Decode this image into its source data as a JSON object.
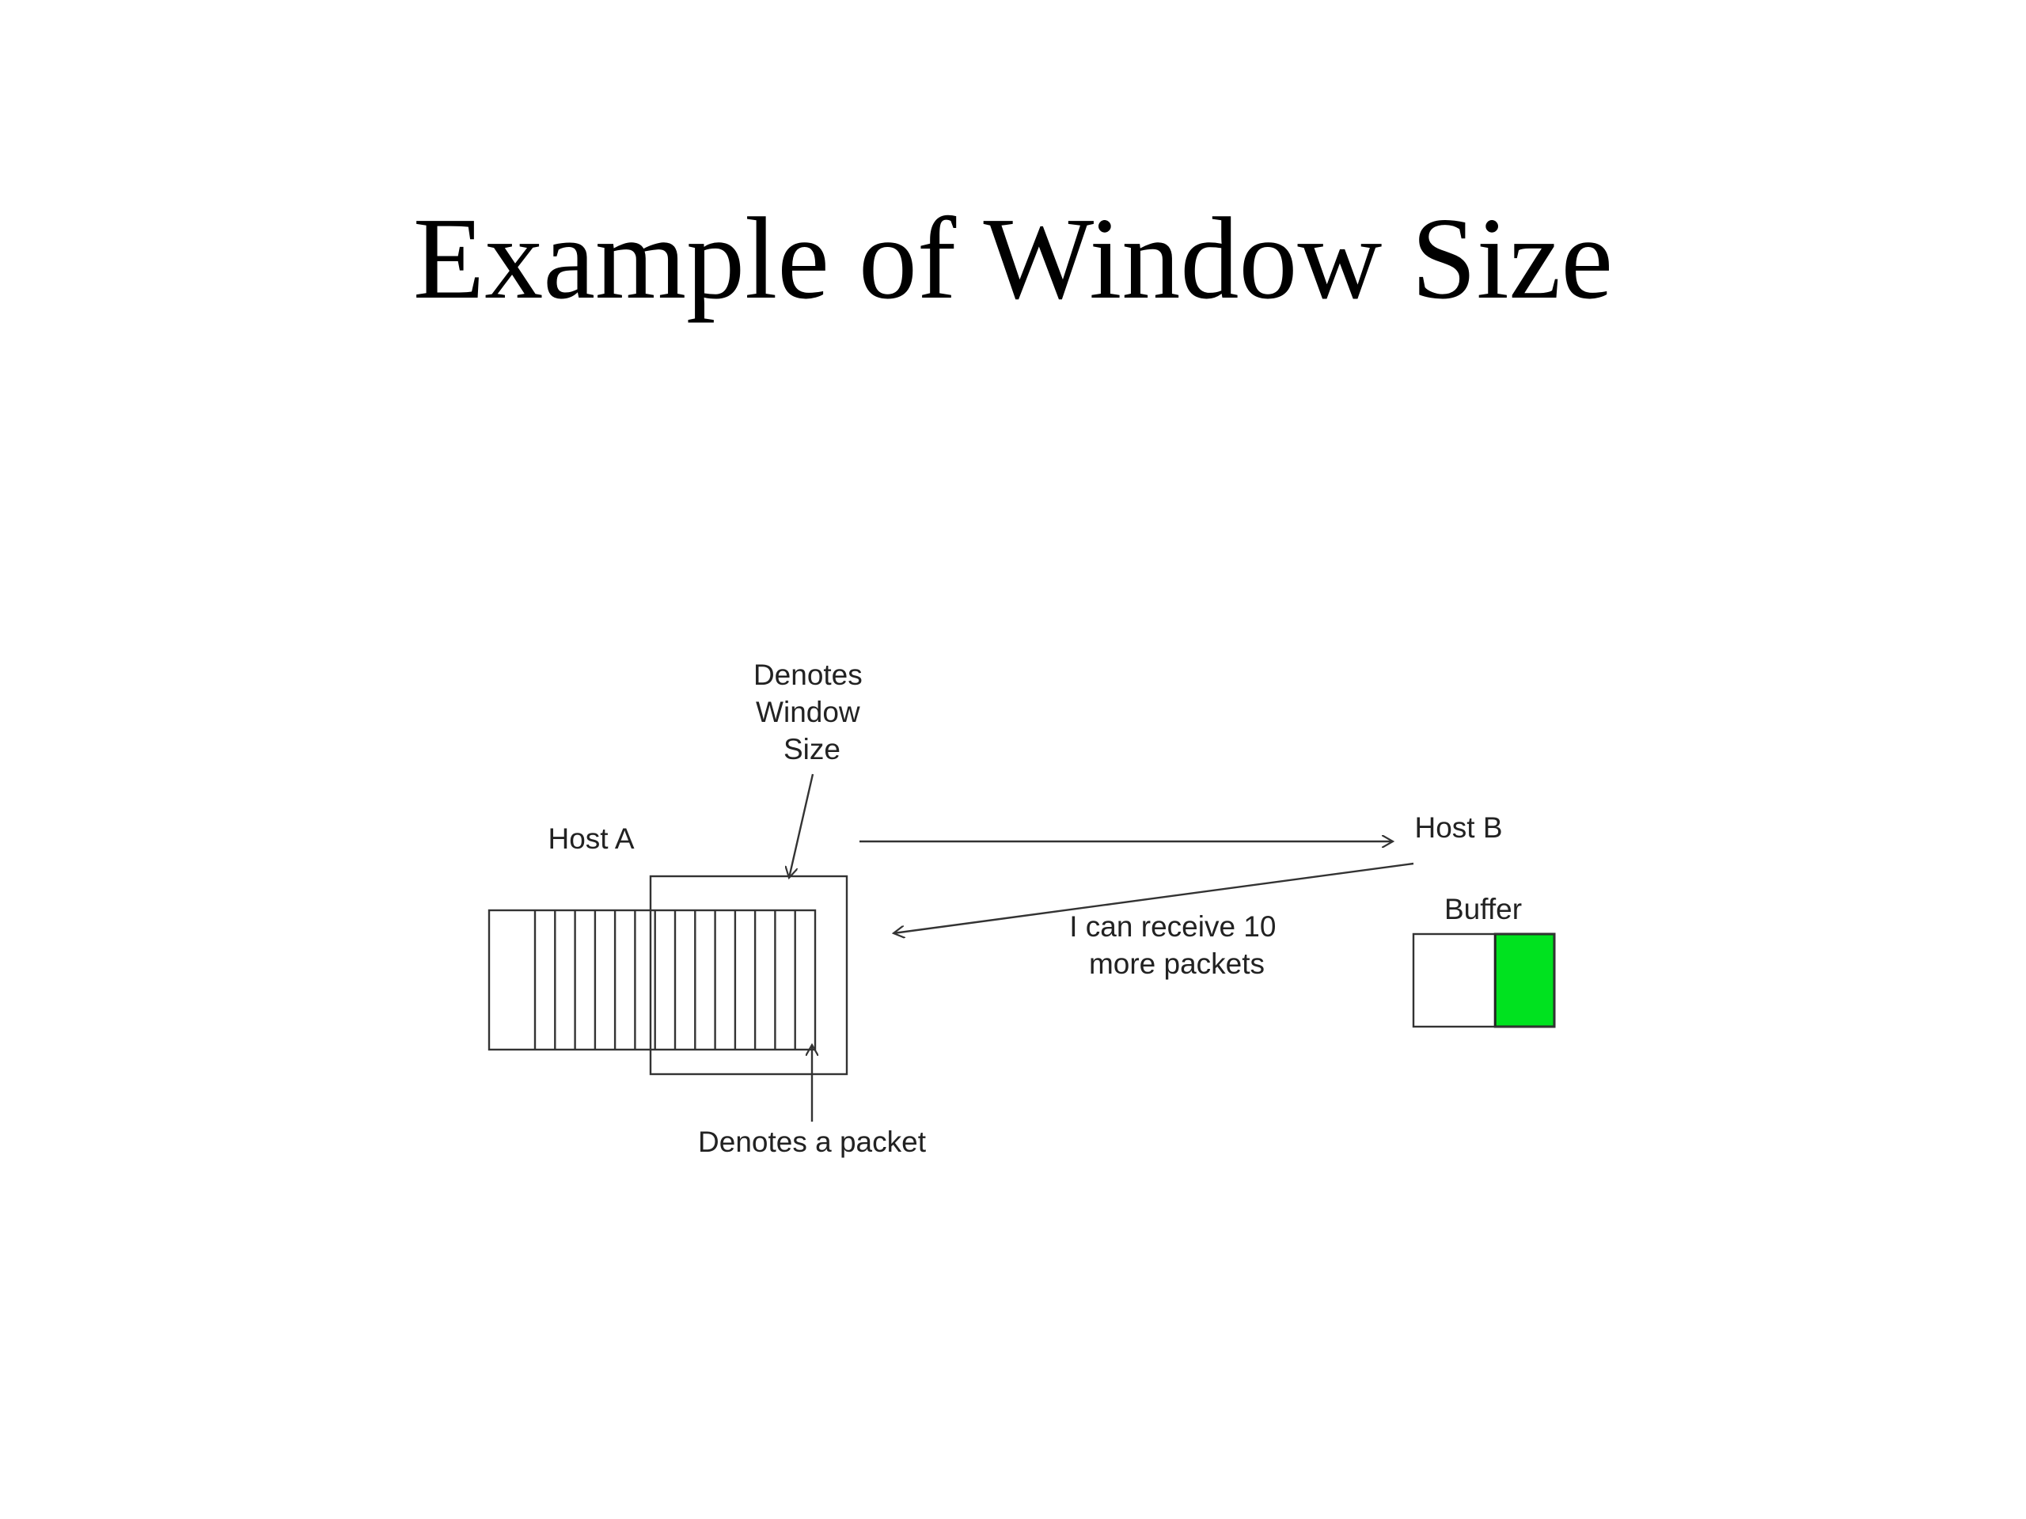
{
  "title": "Example of Window Size",
  "diagram": {
    "host_a_label": "Host A",
    "host_b_label": "Host B",
    "window_label_lines": [
      "Denotes",
      "Window",
      "Size"
    ],
    "packet_label": "Denotes a packet",
    "message_lines": [
      "I can receive 10",
      "more packets"
    ],
    "buffer_label": "Buffer",
    "packet_count": 15,
    "buffer_fill_fraction": 0.42,
    "colors": {
      "buffer_fill": "#00e21f",
      "line": "#333333"
    }
  }
}
